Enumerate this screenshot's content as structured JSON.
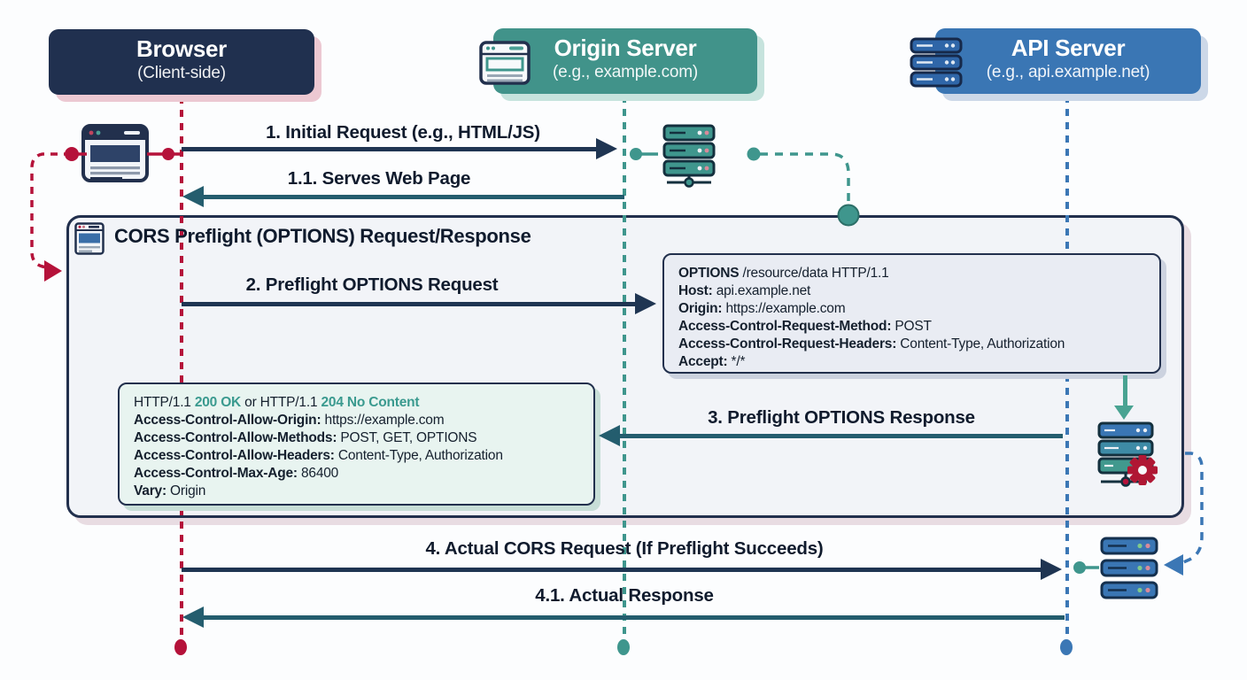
{
  "palette": {
    "browser_header": "#20304f",
    "origin_header": "#41938a",
    "api_header": "#3a76b4",
    "browser_lifeline": "#b5123a",
    "origin_lifeline": "#3f968d",
    "api_lifeline": "#3b77b5",
    "request_arrow": "#1f3552",
    "response_arrow": "#245d6e",
    "status_teal": "#3a9a8f"
  },
  "actors": {
    "browser": {
      "title": "Browser",
      "subtitle": "(Client-side)"
    },
    "origin": {
      "title": "Origin Server",
      "subtitle": "(e.g., example.com)"
    },
    "api": {
      "title": "API Server",
      "subtitle": "(e.g., api.example.net)"
    }
  },
  "messages": {
    "m1": "1. Initial Request (e.g., HTML/JS)",
    "m1_1": "1.1. Serves Web Page",
    "m2": "2. Preflight OPTIONS Request",
    "m3": "3. Preflight OPTIONS Response",
    "m4": "4. Actual CORS Request (If Preflight Succeeds)",
    "m4_1": "4.1. Actual Response"
  },
  "preflight_group": {
    "title": "CORS Preflight (OPTIONS) Request/Response"
  },
  "preflight_request": {
    "lines": [
      [
        {
          "t": "OPTIONS",
          "s": "b"
        },
        {
          "t": " /resource/data HTTP/1.1",
          "s": "n"
        }
      ],
      [
        {
          "t": "Host:",
          "s": "b"
        },
        {
          "t": " api.example.net",
          "s": "n"
        }
      ],
      [
        {
          "t": "Origin:",
          "s": "b"
        },
        {
          "t": " https://example.com",
          "s": "n"
        }
      ],
      [
        {
          "t": "Access-Control-Request-Method:",
          "s": "b"
        },
        {
          "t": " POST",
          "s": "n"
        }
      ],
      [
        {
          "t": "Access-Control-Request-Headers:",
          "s": "b"
        },
        {
          "t": " Content-Type, Authorization",
          "s": "n"
        }
      ],
      [
        {
          "t": "Accept:",
          "s": "b"
        },
        {
          "t": " */*",
          "s": "n"
        }
      ]
    ]
  },
  "preflight_response": {
    "lines": [
      [
        {
          "t": "HTTP/1.1 ",
          "s": "n"
        },
        {
          "t": "200 OK",
          "s": "t"
        },
        {
          "t": " or HTTP/1.1 ",
          "s": "n"
        },
        {
          "t": "204 No Content",
          "s": "t"
        }
      ],
      [
        {
          "t": "Access-Control-Allow-Origin:",
          "s": "b"
        },
        {
          "t": " https://example.com",
          "s": "n"
        }
      ],
      [
        {
          "t": "Access-Control-Allow-Methods:",
          "s": "b"
        },
        {
          "t": " POST, GET, OPTIONS",
          "s": "n"
        }
      ],
      [
        {
          "t": "Access-Control-Allow-Headers:",
          "s": "b"
        },
        {
          "t": " Content-Type, Authorization",
          "s": "n"
        }
      ],
      [
        {
          "t": "Access-Control-Max-Age:",
          "s": "b"
        },
        {
          "t": " 86400",
          "s": "n"
        }
      ],
      [
        {
          "t": "Vary:",
          "s": "b"
        },
        {
          "t": " Origin",
          "s": "n"
        }
      ]
    ]
  }
}
